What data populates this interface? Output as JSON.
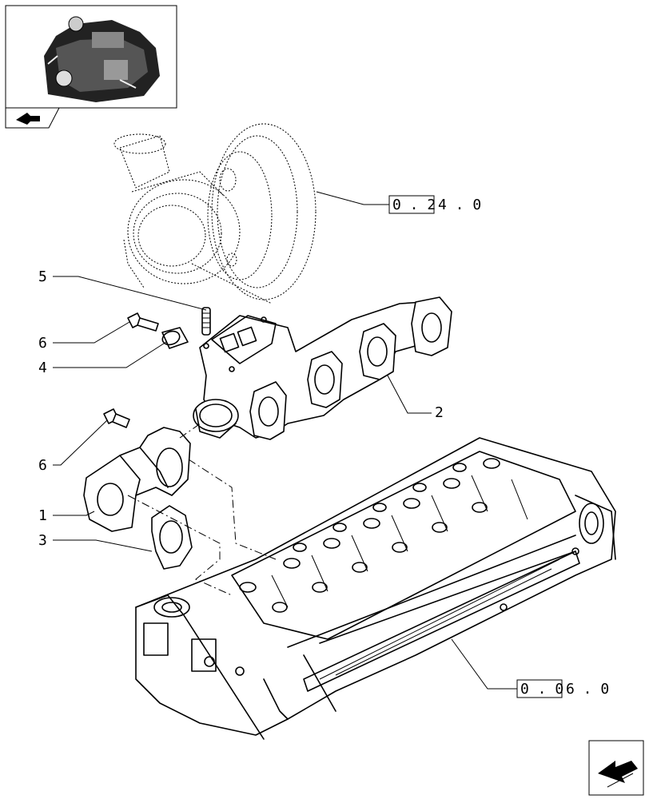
{
  "callouts": [
    {
      "id": "5",
      "label": "5"
    },
    {
      "id": "6a",
      "label": "6"
    },
    {
      "id": "4",
      "label": "4"
    },
    {
      "id": "2",
      "label": "2"
    },
    {
      "id": "6b",
      "label": "6"
    },
    {
      "id": "1",
      "label": "1"
    },
    {
      "id": "3",
      "label": "3"
    }
  ],
  "references": [
    {
      "id": "turbo",
      "boxed": "0 . 2",
      "rest": "4 . 0"
    },
    {
      "id": "head",
      "boxed": "0 . 0",
      "rest": "6 . 0"
    }
  ],
  "icons": {
    "thumbnail": "engine-thumbnail-icon",
    "tab": "book-arrow-icon",
    "nav": "next-page-arrow-icon"
  }
}
